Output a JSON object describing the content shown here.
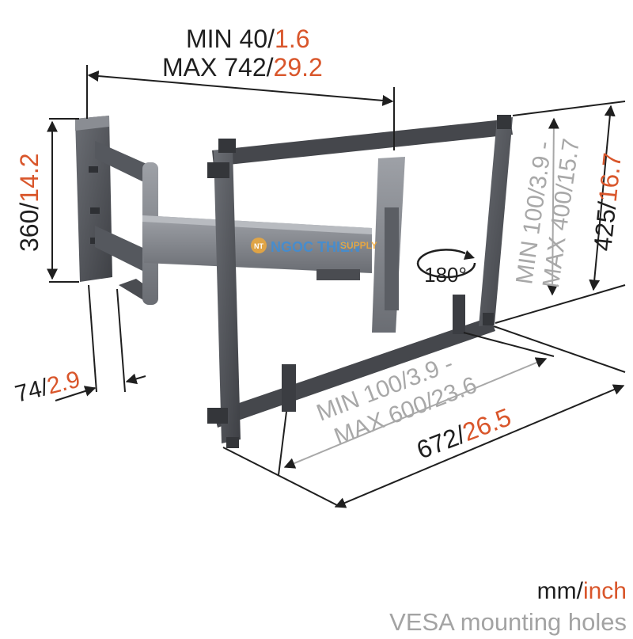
{
  "colors": {
    "dark": "#1f1f1f",
    "orange": "#d9562b",
    "gray": "#a8a8a8",
    "metal": "#5d6066",
    "metal_light": "#8d9097"
  },
  "dims": {
    "depth": {
      "min_line": "MIN 40/",
      "min_in": "1.6",
      "max_line": "MAX 742/",
      "max_in": "29.2"
    },
    "arm_height": {
      "mm": "360/",
      "in": "14.2"
    },
    "wall_depth": {
      "mm": "74/",
      "in": "2.9"
    },
    "vesa_v": {
      "line1": "MIN 100/3.9 -",
      "line2": "MAX 400/15.7"
    },
    "frame_height": {
      "mm": "425/",
      "in": "16.7"
    },
    "vesa_h": {
      "line1": "MIN 100/3.9 -",
      "line2": "MAX 600/23.6"
    },
    "frame_width": {
      "mm": "672/",
      "in": "26.5"
    },
    "rotation": "180°"
  },
  "watermark": {
    "brand": "NGOC THIEN",
    "sub": "SUPPLY",
    "logo": "NT"
  },
  "legend": {
    "units_mm": "mm/",
    "units_in": "inch",
    "vesa": "VESA mounting holes"
  }
}
